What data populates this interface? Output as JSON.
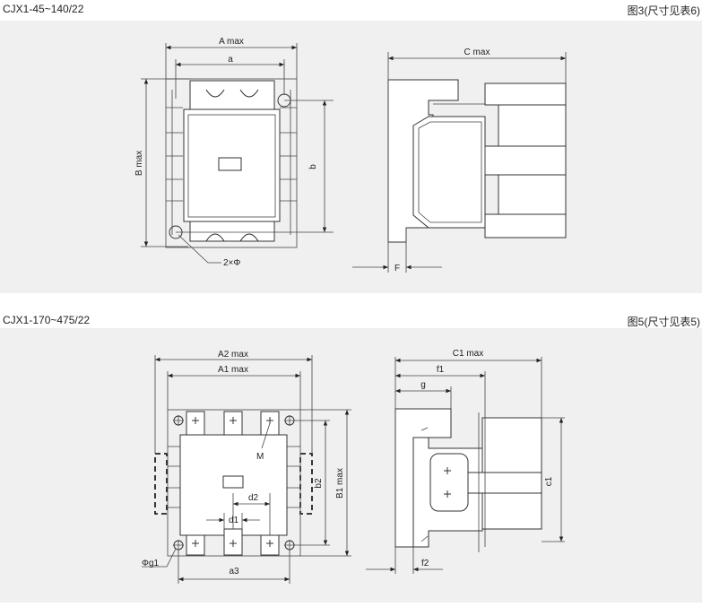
{
  "sections": [
    {
      "model": "CJX1-45~140/22",
      "figure_ref": "图3(尺寸见表6)",
      "labels": {
        "A_max": "A max",
        "a": "a",
        "B_max": "B max",
        "b": "b",
        "hole": "2×Φ",
        "C_max": "C max",
        "F": "F"
      }
    },
    {
      "model": "CJX1-170~475/22",
      "figure_ref": "图5(尺寸见表5)",
      "labels": {
        "A2_max": "A2 max",
        "A1_max": "A1 max",
        "M": "M",
        "b2": "b2",
        "B1_max": "B1 max",
        "d2": "d2",
        "d1": "d1",
        "g1": "Φg1",
        "a3": "a3",
        "C1_max": "C1 max",
        "f1": "f1",
        "g": "g",
        "c1": "c1",
        "f2": "f2"
      }
    }
  ]
}
